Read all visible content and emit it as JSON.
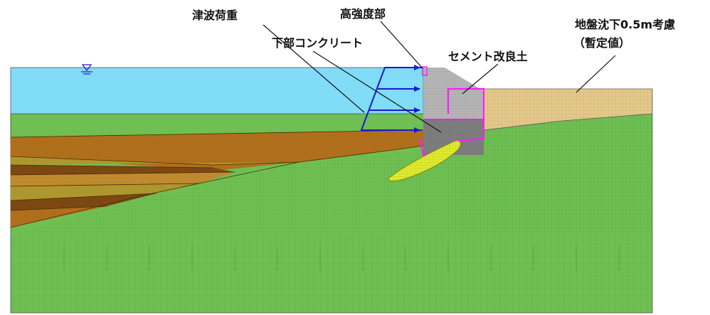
{
  "labels": {
    "tsunami_load": "津波荷重",
    "high_strength": "高強度部",
    "lower_concrete": "下部コンクリート",
    "cement_soil": "セメント改良土",
    "subsidence_line1": "地盤沈下0.5m考慮",
    "subsidence_line2": "（暫定値）"
  },
  "colors": {
    "water": "#80dcf7",
    "ground_green": "#6fbf52",
    "mesh": "#3d8f35",
    "backfill": "#e3c98c",
    "brown_dark": "#7d4710",
    "brown_mid": "#b26e1b",
    "brown_light": "#c2892e",
    "khaki": "#b0972d",
    "yellow_lens": "#dfeb2e",
    "wall_gray": "#b6b6b6",
    "concrete_dark": "#7a7a7a",
    "outline_magenta": "#ff1aff",
    "arrow_blue": "#1a1ad6"
  },
  "icons": {
    "water_level": "water-level-icon"
  }
}
